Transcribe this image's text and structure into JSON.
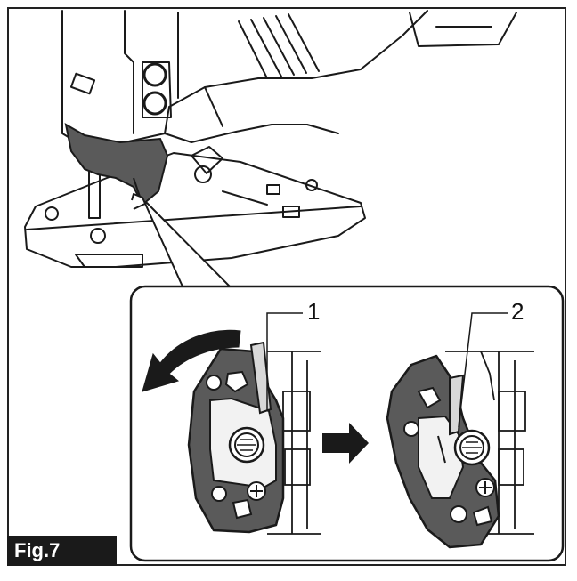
{
  "figure": {
    "label": "Fig.7",
    "callouts": [
      "1",
      "2"
    ]
  },
  "colors": {
    "ink": "#1a1a1a",
    "part_gray": "#5a5a5a",
    "light_gray": "#bcbcbc",
    "paper": "#ffffff"
  }
}
